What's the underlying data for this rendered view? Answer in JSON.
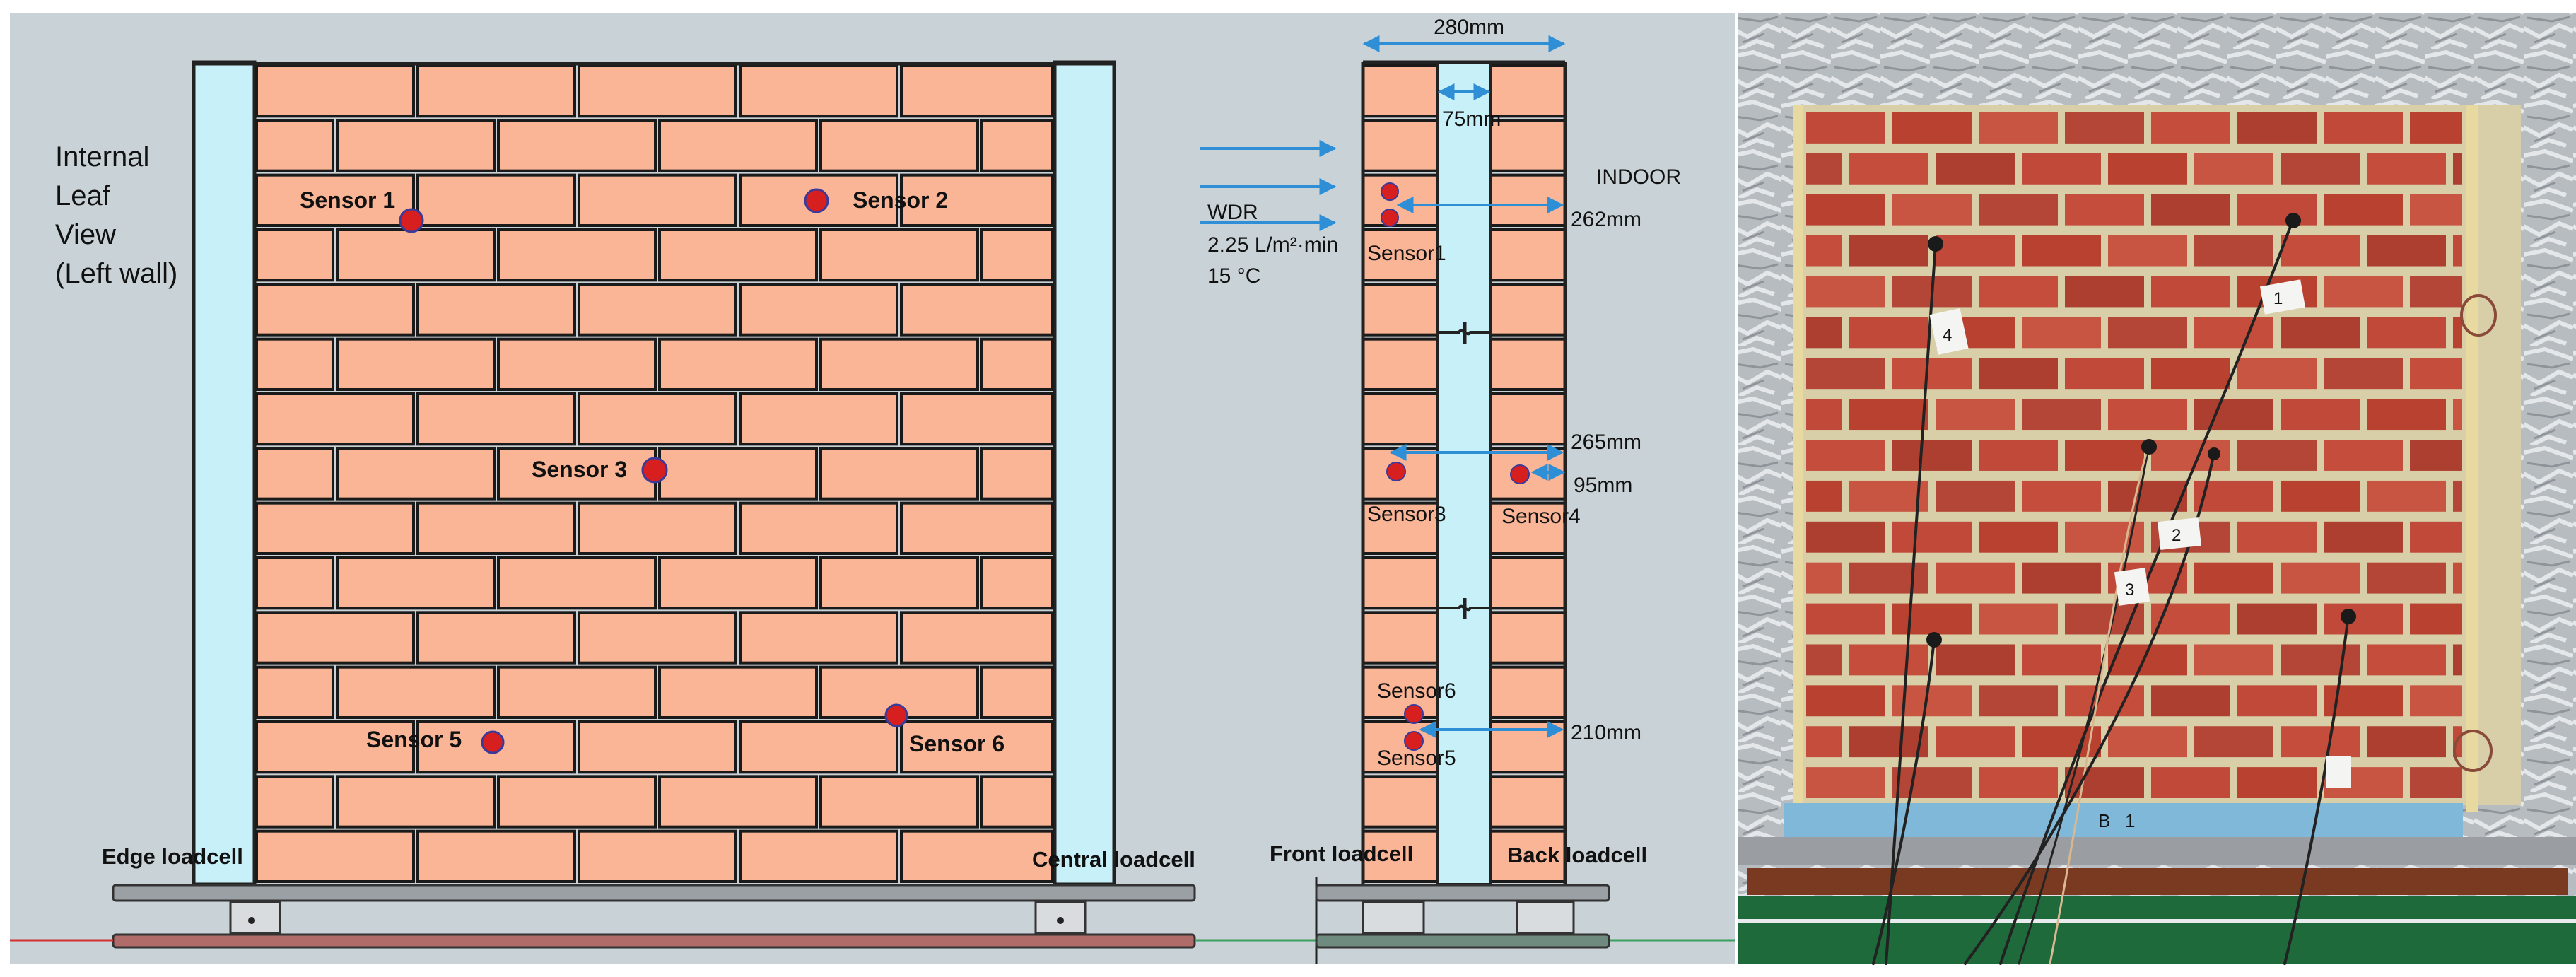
{
  "left_panel": {
    "title_lines": [
      "Internal",
      "Leaf",
      "View",
      "(Left wall)"
    ],
    "sensors": [
      {
        "id": "s1",
        "label": "Sensor 1"
      },
      {
        "id": "s2",
        "label": "Sensor 2"
      },
      {
        "id": "s3",
        "label": "Sensor 3"
      },
      {
        "id": "s5",
        "label": "Sensor 5"
      },
      {
        "id": "s6",
        "label": "Sensor 6"
      }
    ],
    "edge_loadcell": "Edge loadcell",
    "central_loadcell": "Central loadcell"
  },
  "section": {
    "width_dim": "280mm",
    "cavity_dim": "75mm",
    "indoor": "INDOOR",
    "wdr_lines": [
      "WDR",
      "2.25 L/m²·min",
      "15 °C"
    ],
    "dims": {
      "d262": "262mm",
      "d265": "265mm",
      "d95": "95mm",
      "d210": "210mm"
    },
    "sensor_labels": {
      "s1": "Sensor1",
      "s3": "Sensor3",
      "s4": "Sensor4",
      "s6": "Sensor6",
      "s5": "Sensor5"
    },
    "front_loadcell": "Front loadcell",
    "back_loadcell": "Back loadcell"
  },
  "photo": {
    "tags": [
      "4",
      "1",
      "2",
      "3",
      "B",
      "1"
    ]
  },
  "colors": {
    "background": "#c9d2d6",
    "brick": "#f9b596",
    "cavity": "#c8f0f8",
    "sensor": "#d81f1f",
    "dimension": "#2f8fd6",
    "photo_brick": "#c0493a",
    "insulation": "#7fb8d8"
  }
}
